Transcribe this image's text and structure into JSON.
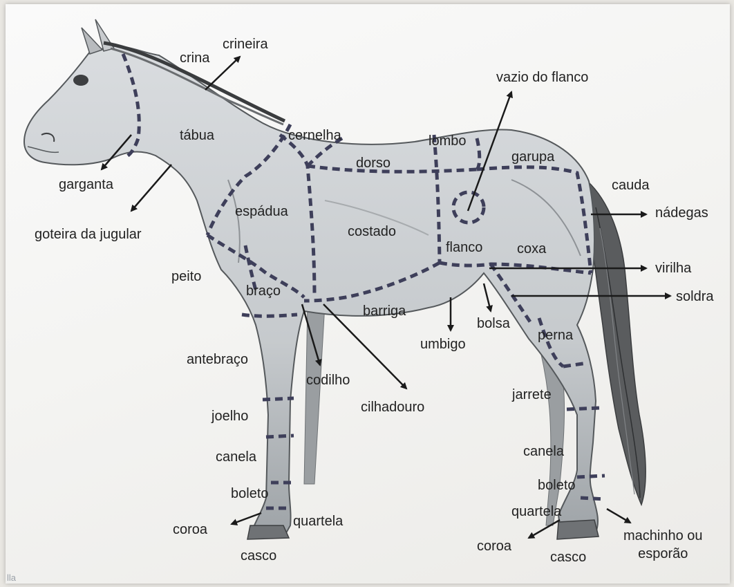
{
  "diagram": {
    "labels": {
      "crineira": "crineira",
      "crina": "crina",
      "tabua": "tábua",
      "cernelha": "cernelha",
      "lombo": "lombo",
      "vazio_do_flanco": "vazio do flanco",
      "garupa": "garupa",
      "dorso": "dorso",
      "cauda": "cauda",
      "nadegas": "nádegas",
      "garganta": "garganta",
      "goteira_da_jugular": "goteira da jugular",
      "espadua": "espádua",
      "costado": "costado",
      "flanco": "flanco",
      "coxa": "coxa",
      "virilha": "virilha",
      "peito": "peito",
      "braco": "braço",
      "barriga": "barriga",
      "soldra": "soldra",
      "bolsa": "bolsa",
      "umbigo": "umbigo",
      "perna": "perna",
      "antebraco": "antebraço",
      "codilho": "codilho",
      "cilhadouro": "cilhadouro",
      "jarrete": "jarrete",
      "joelho": "joelho",
      "canela_front": "canela",
      "canela_hind": "canela",
      "boleto_front": "boleto",
      "boleto_hind": "boleto",
      "quartela_front": "quartela",
      "quartela_hind": "quartela",
      "coroa_front": "coroa",
      "coroa_hind": "coroa",
      "casco_front": "casco",
      "casco_hind": "casco",
      "machinho_line1": "machinho ou",
      "machinho_line2": "esporão"
    },
    "corner_text": "lla"
  }
}
